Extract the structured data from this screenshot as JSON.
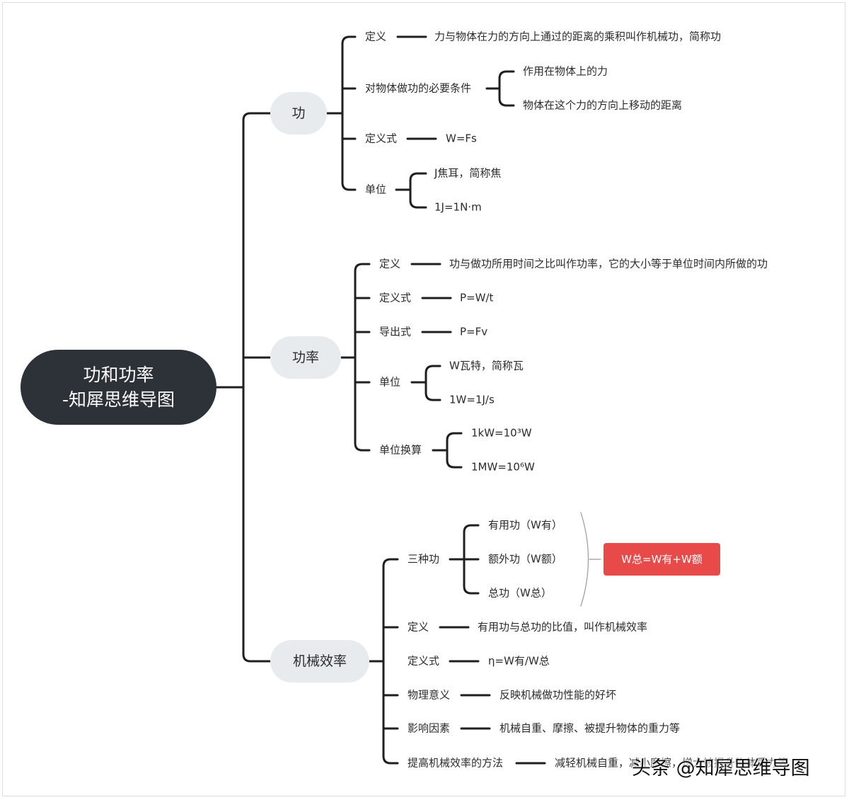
{
  "root": {
    "line1": "功和功率",
    "line2": "-知犀思维导图"
  },
  "work": {
    "title": "功",
    "definition_label": "定义",
    "definition_text": "力与物体在力的方向上通过的距离的乘积叫作机械功，简称功",
    "conditions_label": "对物体做功的必要条件",
    "conditions": [
      "作用在物体上的力",
      "物体在这个力的方向上移动的距离"
    ],
    "formula_label": "定义式",
    "formula": "W=Fs",
    "unit_label": "单位",
    "units": [
      "J焦耳，简称焦",
      "1J=1N·m"
    ]
  },
  "power": {
    "title": "功率",
    "definition_label": "定义",
    "definition_text": "功与做功所用时间之比叫作功率，它的大小等于单位时间内所做的功",
    "formula_label": "定义式",
    "formula": "P=W/t",
    "derived_label": "导出式",
    "derived": "P=Fv",
    "unit_label": "单位",
    "units": [
      "W瓦特，简称瓦",
      "1W=1J/s"
    ],
    "conversion_label": "单位换算",
    "conversions": [
      "1kW=10³W",
      "1MW=10⁶W"
    ]
  },
  "efficiency": {
    "title": "机械效率",
    "three_label": "三种功",
    "three": [
      "有用功（W有）",
      "额外功（W额）",
      "总功（W总）"
    ],
    "total_formula": "W总=W有+W额",
    "definition_label": "定义",
    "definition_text": "有用功与总功的比值，叫作机械效率",
    "formula_label": "定义式",
    "formula": "η=W有/W总",
    "meaning_label": "物理意义",
    "meaning": "反映机械做功性能的好坏",
    "factors_label": "影响因素",
    "factors": "机械自重、摩擦、被提升物体的重力等",
    "improve_label": "提高机械效率的方法",
    "improve": "减轻机械自重，减小摩擦，增大被提升物体重力等"
  },
  "watermark": "头条 @知犀思维导图"
}
